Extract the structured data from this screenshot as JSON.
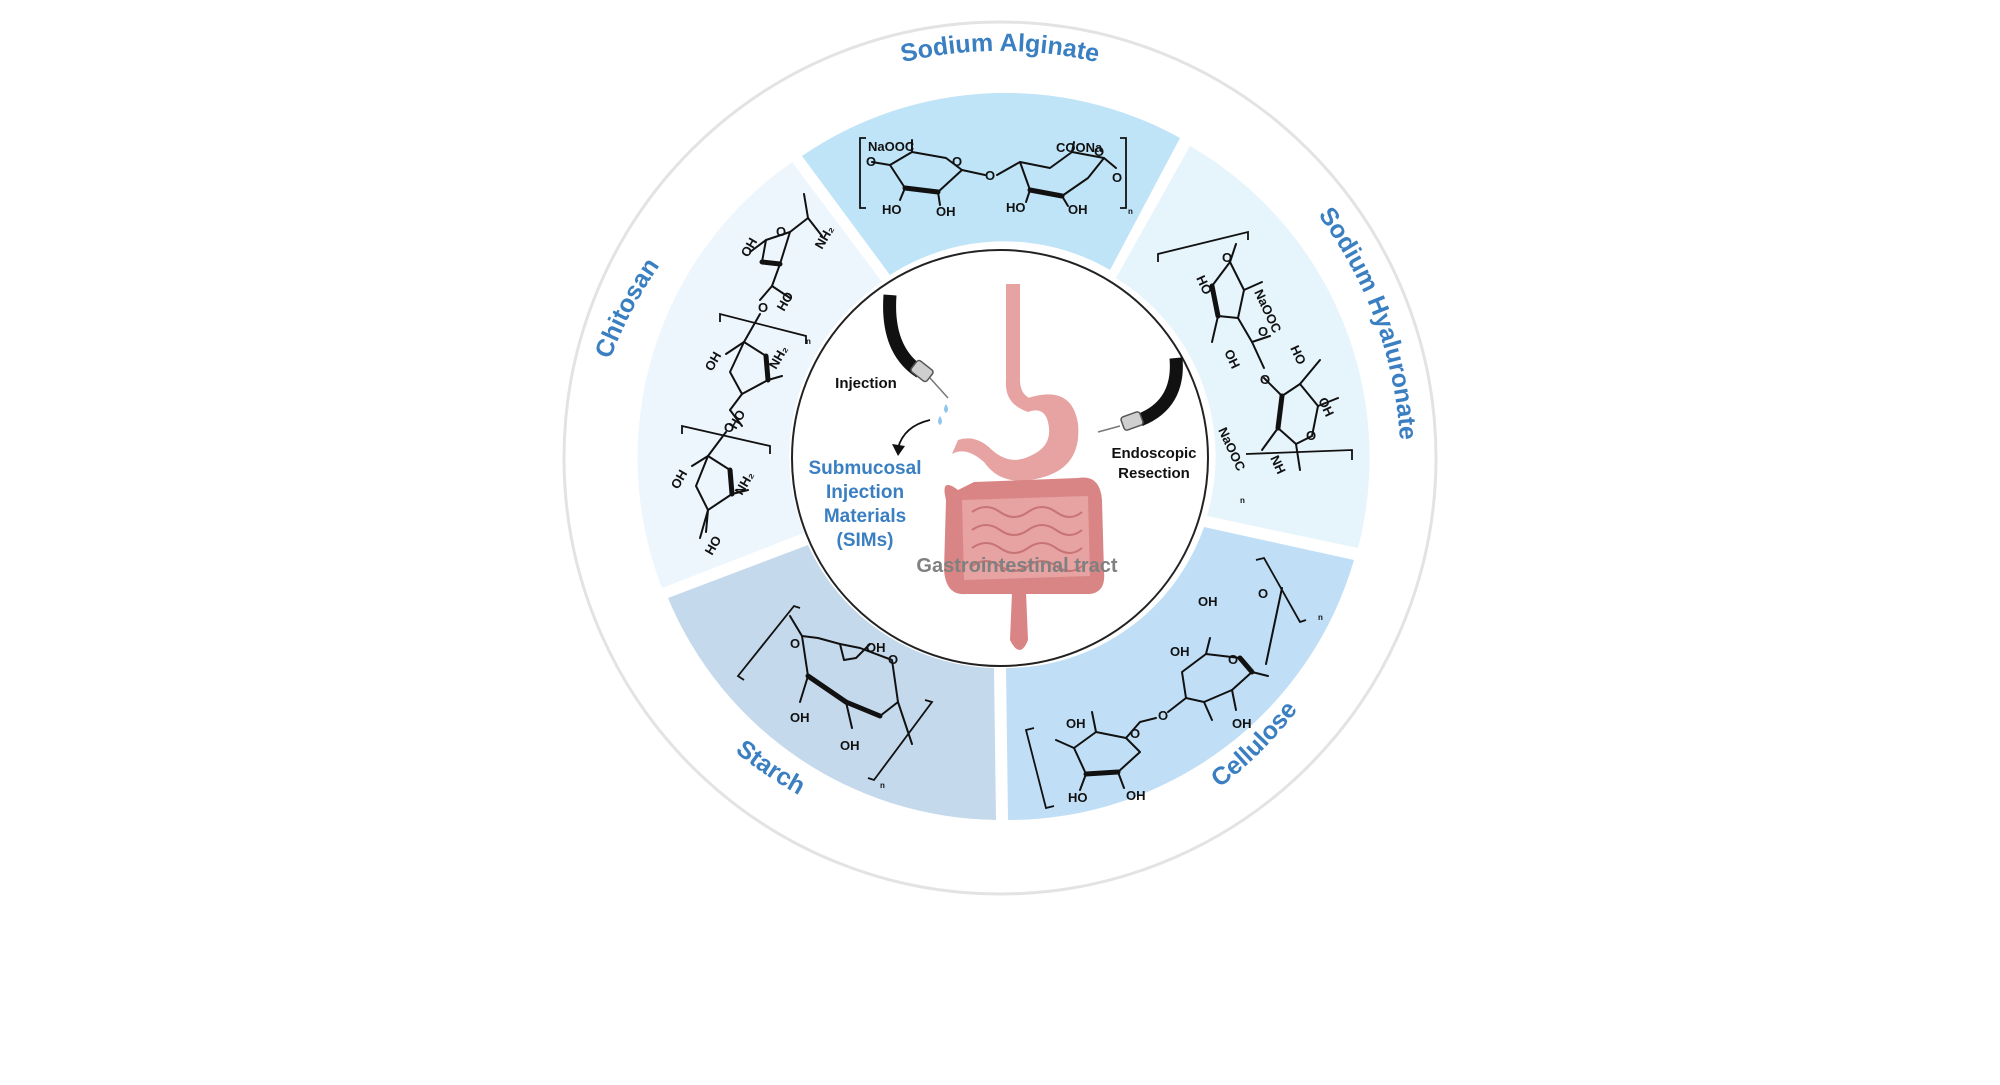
{
  "colors": {
    "label_blue": "#3a7fc1",
    "sector_sodium_alginate": "#bfe3f7",
    "sector_sodium_hyaluronate": "#e6f4fc",
    "sector_cellulose": "#c0dff6",
    "sector_starch": "#c5d9ec",
    "sector_chitosan": "#eef6fd",
    "outer_ring": "#e3e3e3",
    "tissue": "#e7a2a2",
    "tissue_dark": "#d98585"
  },
  "materials": {
    "sodium_alginate": "Sodium Alginate",
    "sodium_hyaluronate": "Sodium Hyaluronate",
    "cellulose": "Cellulose",
    "starch": "Starch",
    "chitosan": "Chitosan"
  },
  "center": {
    "sims_line1": "Submucosal",
    "sims_line2": "Injection",
    "sims_line3": "Materials",
    "sims_line4": "(SIMs)",
    "injection": "Injection",
    "resection_line1": "Endoscopic",
    "resection_line2": "Resection",
    "gi_tract": "Gastrointestinal tract"
  },
  "chem": {
    "naooc": "NaOOC",
    "coona": "COONa",
    "ho": "HO",
    "oh": "OH",
    "o": "O",
    "nh2": "NH₂",
    "nh": "NH",
    "n": "n"
  }
}
